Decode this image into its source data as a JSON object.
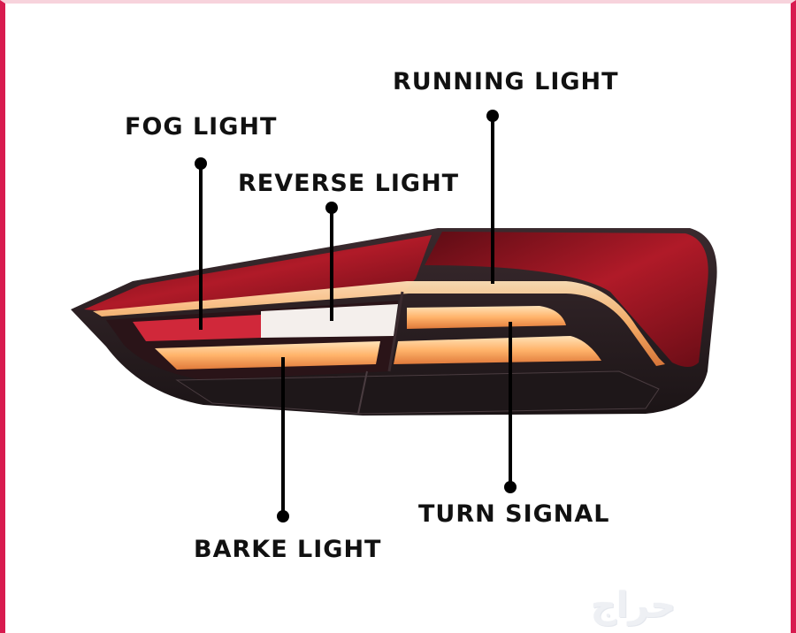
{
  "labels": {
    "fog": "FOG LIGHT",
    "reverse": "REVERSE LIGHT",
    "running": "RUNNING LIGHT",
    "turn": "TURN SIGNAL",
    "brake": "BARKE LIGHT"
  },
  "watermark": "حراج",
  "colors": {
    "border": "#d81b4f",
    "housing": "#2a1a1e",
    "red_lens": "#8e1520",
    "amber_glow": "#ffb070",
    "white_glow": "#f6f1ee"
  }
}
